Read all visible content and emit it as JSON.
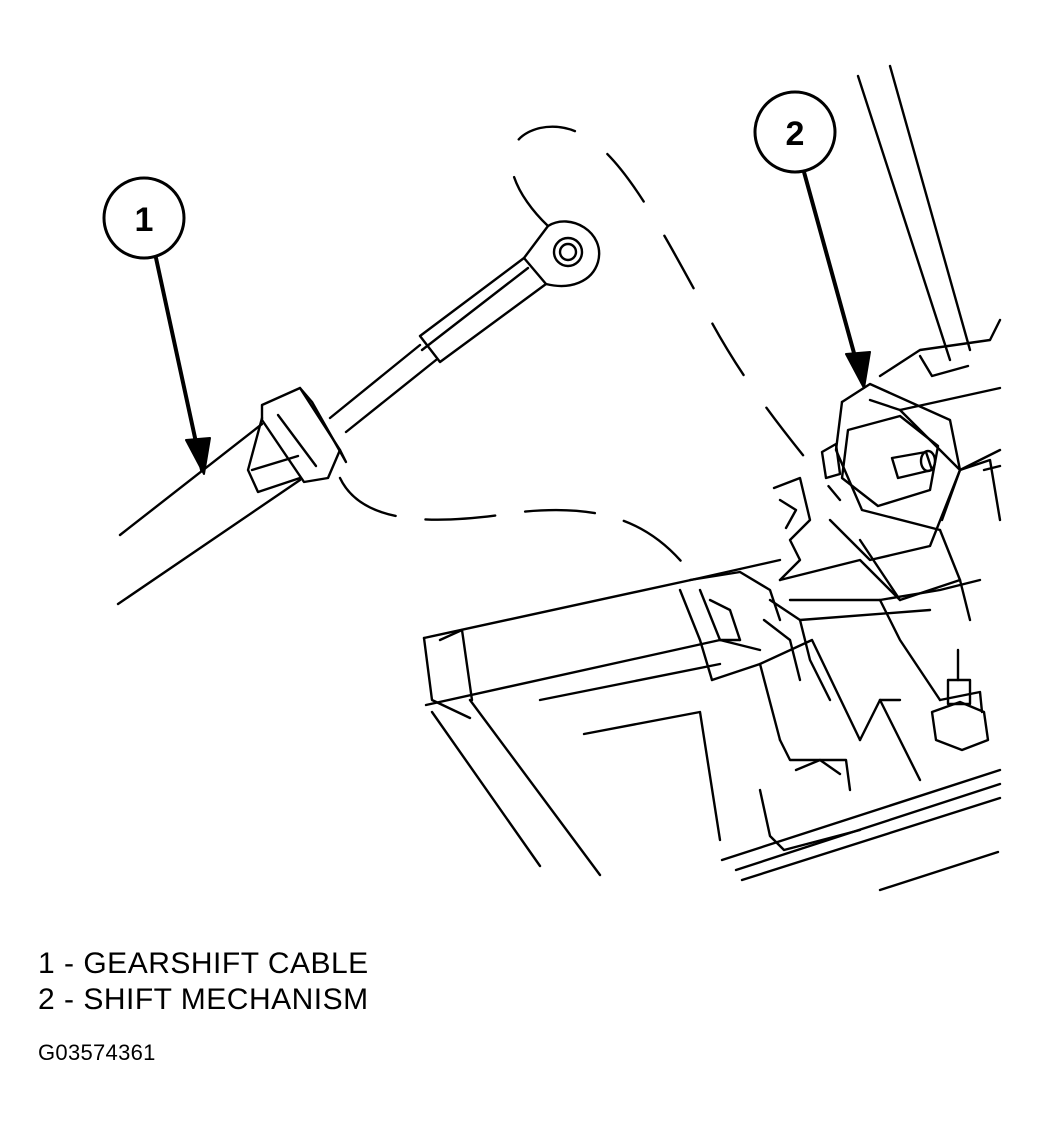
{
  "diagram": {
    "callouts": [
      {
        "number": "1"
      },
      {
        "number": "2"
      }
    ],
    "legend": [
      {
        "text": "1 - GEARSHIFT CABLE"
      },
      {
        "text": "2 - SHIFT MECHANISM"
      }
    ],
    "figure_id": "G03574361"
  }
}
